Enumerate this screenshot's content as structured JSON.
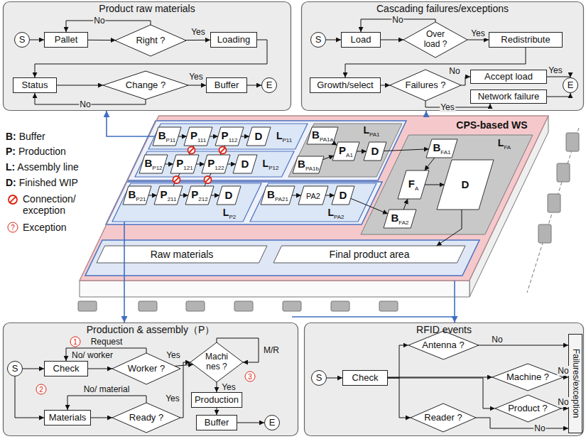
{
  "diagram": {
    "nodes": [
      {
        "text": [
          "Product raw materials"
        ]
      },
      {
        "text": [
          "S"
        ],
        "in": 0
      },
      {
        "text": [
          "Pallet"
        ],
        "in": 0
      },
      {
        "text": [
          "Right ?"
        ],
        "in": 0
      },
      {
        "text": [
          "Loading"
        ],
        "in": 0
      },
      {
        "text": [
          "Status"
        ],
        "in": 0
      },
      {
        "text": [
          "Change ?"
        ],
        "in": 0
      },
      {
        "text": [
          "Buffer"
        ],
        "in": 0
      },
      {
        "text": [
          "E"
        ],
        "in": 0
      },
      {
        "text": [
          "Cascading failures/exceptions"
        ]
      },
      {
        "text": [
          "S"
        ],
        "in": 9
      },
      {
        "text": [
          "Load"
        ],
        "in": 9
      },
      {
        "text": [
          "Over load ?"
        ],
        "in": 9
      },
      {
        "text": [
          "Redistribute"
        ],
        "in": 9
      },
      {
        "text": [
          "Growth/select"
        ],
        "in": 9
      },
      {
        "text": [
          "Failures ?"
        ],
        "in": 9
      },
      {
        "text": [
          "Accept load"
        ],
        "in": 9
      },
      {
        "text": [
          "Network failure"
        ],
        "in": 9
      },
      {
        "text": [
          "E"
        ],
        "in": 9
      },
      {
        "text": [
          "CPS-based WS"
        ]
      },
      {
        "text": [
          "L",
          "P11"
        ],
        "in": 19
      },
      {
        "text": [
          "B",
          "P11"
        ],
        "in": 20
      },
      {
        "text": [
          "P",
          "111"
        ],
        "in": 20
      },
      {
        "text": [
          "P",
          "112"
        ],
        "in": 20
      },
      {
        "text": [
          "D"
        ],
        "in": 20
      },
      {
        "text": [
          "L",
          "P12"
        ],
        "in": 19
      },
      {
        "text": [
          "B",
          "P12"
        ],
        "in": 25
      },
      {
        "text": [
          "P",
          "121"
        ],
        "in": 25
      },
      {
        "text": [
          "P",
          "122"
        ],
        "in": 25
      },
      {
        "text": [
          "D"
        ],
        "in": 25
      },
      {
        "text": [
          "L",
          "PA1"
        ],
        "in": 19
      },
      {
        "text": [
          "B",
          "PA1a"
        ],
        "in": 30
      },
      {
        "text": [
          "B",
          "PA1b"
        ],
        "in": 30
      },
      {
        "text": [
          "P",
          "A1"
        ],
        "in": 30
      },
      {
        "text": [
          "D"
        ],
        "in": 30
      },
      {
        "text": [
          "L",
          "P2"
        ],
        "in": 19
      },
      {
        "text": [
          "B",
          "P21"
        ],
        "in": 35
      },
      {
        "text": [
          "P",
          "211"
        ],
        "in": 35
      },
      {
        "text": [
          "P",
          "212"
        ],
        "in": 35
      },
      {
        "text": [
          "D"
        ],
        "in": 35
      },
      {
        "text": [
          "L",
          "PA2"
        ],
        "in": 19
      },
      {
        "text": [
          "B",
          "PA21"
        ],
        "in": 40
      },
      {
        "text": [
          "PA2"
        ],
        "in": 40
      },
      {
        "text": [
          "D"
        ],
        "in": 40
      },
      {
        "text": [
          "L",
          "FA"
        ],
        "in": 19
      },
      {
        "text": [
          "B",
          "FA1"
        ],
        "in": 44
      },
      {
        "text": [
          "B",
          "FA2"
        ],
        "in": 44
      },
      {
        "text": [
          "F",
          "A"
        ],
        "in": 44
      },
      {
        "text": [
          "D"
        ],
        "in": 44
      },
      {
        "text": [
          "Raw materials"
        ],
        "in": 19
      },
      {
        "text": [
          "Final product area"
        ],
        "in": 19
      },
      {
        "text": [
          "Production & assembly（P）"
        ]
      },
      {
        "text": [
          "S"
        ],
        "in": 51
      },
      {
        "text": [
          "Check"
        ],
        "in": 51
      },
      {
        "text": [
          "Worker ?"
        ],
        "in": 51
      },
      {
        "text": [
          "Machi nes ?"
        ],
        "in": 51
      },
      {
        "text": [
          "Production"
        ],
        "in": 51
      },
      {
        "text": [
          "Buffer"
        ],
        "in": 51
      },
      {
        "text": [
          "E"
        ],
        "in": 51
      },
      {
        "text": [
          "Materials"
        ],
        "in": 51
      },
      {
        "text": [
          "Ready ?"
        ],
        "in": 51
      },
      {
        "text": [
          "RFID events"
        ]
      },
      {
        "text": [
          "S"
        ],
        "in": 61
      },
      {
        "text": [
          "Check"
        ],
        "in": 61
      },
      {
        "text": [
          "Antenna ?"
        ],
        "in": 61
      },
      {
        "text": [
          "Machine ?"
        ],
        "in": 61
      },
      {
        "text": [
          "Product ?"
        ],
        "in": 61
      },
      {
        "text": [
          "Reader ?"
        ],
        "in": 61
      },
      {
        "text": [
          "Failures/exception"
        ],
        "in": 61
      }
    ],
    "edges": [
      {
        "from": 1,
        "to": 2,
        "arrow": "to"
      },
      {
        "from": 2,
        "to": 3,
        "arrow": "to"
      },
      {
        "from": 3,
        "to": 2,
        "arrow": "to",
        "label": "No"
      },
      {
        "from": 3,
        "to": 4,
        "arrow": "to",
        "label": "Yes"
      },
      {
        "from": 4,
        "to": 5,
        "arrow": "to"
      },
      {
        "from": 5,
        "to": 6,
        "arrow": "to"
      },
      {
        "from": 6,
        "to": 5,
        "arrow": "to",
        "label": "No"
      },
      {
        "from": 6,
        "to": 7,
        "arrow": "to",
        "label": "Yes"
      },
      {
        "from": 7,
        "to": 8,
        "arrow": "to"
      },
      {
        "from": 10,
        "to": 11,
        "arrow": "to"
      },
      {
        "from": 11,
        "to": 12,
        "arrow": "to"
      },
      {
        "from": 12,
        "to": 11,
        "arrow": "to",
        "label": "No"
      },
      {
        "from": 12,
        "to": 13,
        "arrow": "to",
        "label": "Yes"
      },
      {
        "from": 13,
        "to": 14,
        "arrow": "to"
      },
      {
        "from": 14,
        "to": 15,
        "arrow": "to"
      },
      {
        "from": 15,
        "to": 16,
        "arrow": "to",
        "label": "No"
      },
      {
        "from": 15,
        "to": 17,
        "arrow": "to",
        "label": "Yes"
      },
      {
        "from": 16,
        "to": 18,
        "arrow": "to",
        "label": "Yes"
      },
      {
        "from": 17,
        "to": 18,
        "arrow": "to"
      },
      {
        "from": 21,
        "to": 22,
        "arrow": "to"
      },
      {
        "from": 22,
        "to": 23,
        "arrow": "to"
      },
      {
        "from": 23,
        "to": 24,
        "arrow": "to"
      },
      {
        "from": 26,
        "to": 27,
        "arrow": "to"
      },
      {
        "from": 27,
        "to": 28,
        "arrow": "to"
      },
      {
        "from": 28,
        "to": 29,
        "arrow": "to"
      },
      {
        "from": 31,
        "to": 33,
        "arrow": "to"
      },
      {
        "from": 32,
        "to": 33,
        "arrow": "to"
      },
      {
        "from": 33,
        "to": 34,
        "arrow": "to"
      },
      {
        "from": 36,
        "to": 37,
        "arrow": "to"
      },
      {
        "from": 37,
        "to": 38,
        "arrow": "to"
      },
      {
        "from": 38,
        "to": 39,
        "arrow": "to"
      },
      {
        "from": 41,
        "to": 42,
        "arrow": "to"
      },
      {
        "from": 42,
        "to": 43,
        "arrow": "to"
      },
      {
        "from": 34,
        "to": 45,
        "arrow": "to"
      },
      {
        "from": 43,
        "to": 46,
        "arrow": "to"
      },
      {
        "from": 45,
        "to": 47,
        "arrow": "to"
      },
      {
        "from": 46,
        "to": 47,
        "arrow": "to"
      },
      {
        "from": 47,
        "to": 48,
        "arrow": "to"
      },
      {
        "from": 48,
        "to": 50,
        "arrow": "to"
      },
      {
        "from": 22,
        "to": 27,
        "arrow": "none"
      },
      {
        "from": 23,
        "to": 28,
        "arrow": "none"
      },
      {
        "from": 27,
        "to": 37,
        "arrow": "none"
      },
      {
        "from": 28,
        "to": 38,
        "arrow": "none"
      },
      {
        "from": 20,
        "to": 0,
        "arrow": "to"
      },
      {
        "from": 19,
        "to": 9,
        "arrow": "to"
      },
      {
        "from": 35,
        "to": 51,
        "arrow": "to"
      },
      {
        "from": 19,
        "to": 61,
        "arrow": "to"
      },
      {
        "from": 52,
        "to": 53,
        "arrow": "to"
      },
      {
        "from": 52,
        "to": 59,
        "arrow": "to"
      },
      {
        "from": 53,
        "to": 54,
        "arrow": "to"
      },
      {
        "from": 54,
        "to": 53,
        "arrow": "to",
        "label": "No/ worker"
      },
      {
        "from": 54,
        "to": 55,
        "arrow": "to",
        "label": "Yes"
      },
      {
        "from": 59,
        "to": 60,
        "arrow": "to"
      },
      {
        "from": 60,
        "to": 59,
        "arrow": "to",
        "label": "No/ material"
      },
      {
        "from": 60,
        "to": 55,
        "arrow": "to",
        "label": "Yes"
      },
      {
        "from": 55,
        "to": 55,
        "arrow": "to",
        "label": "M/R"
      },
      {
        "from": 55,
        "to": 56,
        "arrow": "to",
        "label": "Yes"
      },
      {
        "from": 56,
        "to": 57,
        "arrow": "to"
      },
      {
        "from": 57,
        "to": 58,
        "arrow": "to"
      },
      {
        "from": 62,
        "to": 63,
        "arrow": "to"
      },
      {
        "from": 63,
        "to": 64,
        "arrow": "to"
      },
      {
        "from": 63,
        "to": 65,
        "arrow": "to"
      },
      {
        "from": 63,
        "to": 66,
        "arrow": "to"
      },
      {
        "from": 63,
        "to": 67,
        "arrow": "to"
      },
      {
        "from": 64,
        "to": 68,
        "arrow": "to",
        "label": "No"
      },
      {
        "from": 65,
        "to": 68,
        "arrow": "to",
        "label": "No"
      },
      {
        "from": 66,
        "to": 68,
        "arrow": "to",
        "label": "No"
      },
      {
        "from": 67,
        "to": 68,
        "arrow": "to",
        "label": "No"
      }
    ],
    "labels": [
      "Request",
      "1",
      "2",
      "3",
      "?"
    ],
    "legend": [
      {
        "text": "B: Buffer"
      },
      {
        "text": "P: Production"
      },
      {
        "text": "L: Assembly line"
      },
      {
        "text": "D: Finished WIP"
      },
      {
        "text": "Connection/ exception"
      },
      {
        "text": "Exception"
      }
    ]
  }
}
